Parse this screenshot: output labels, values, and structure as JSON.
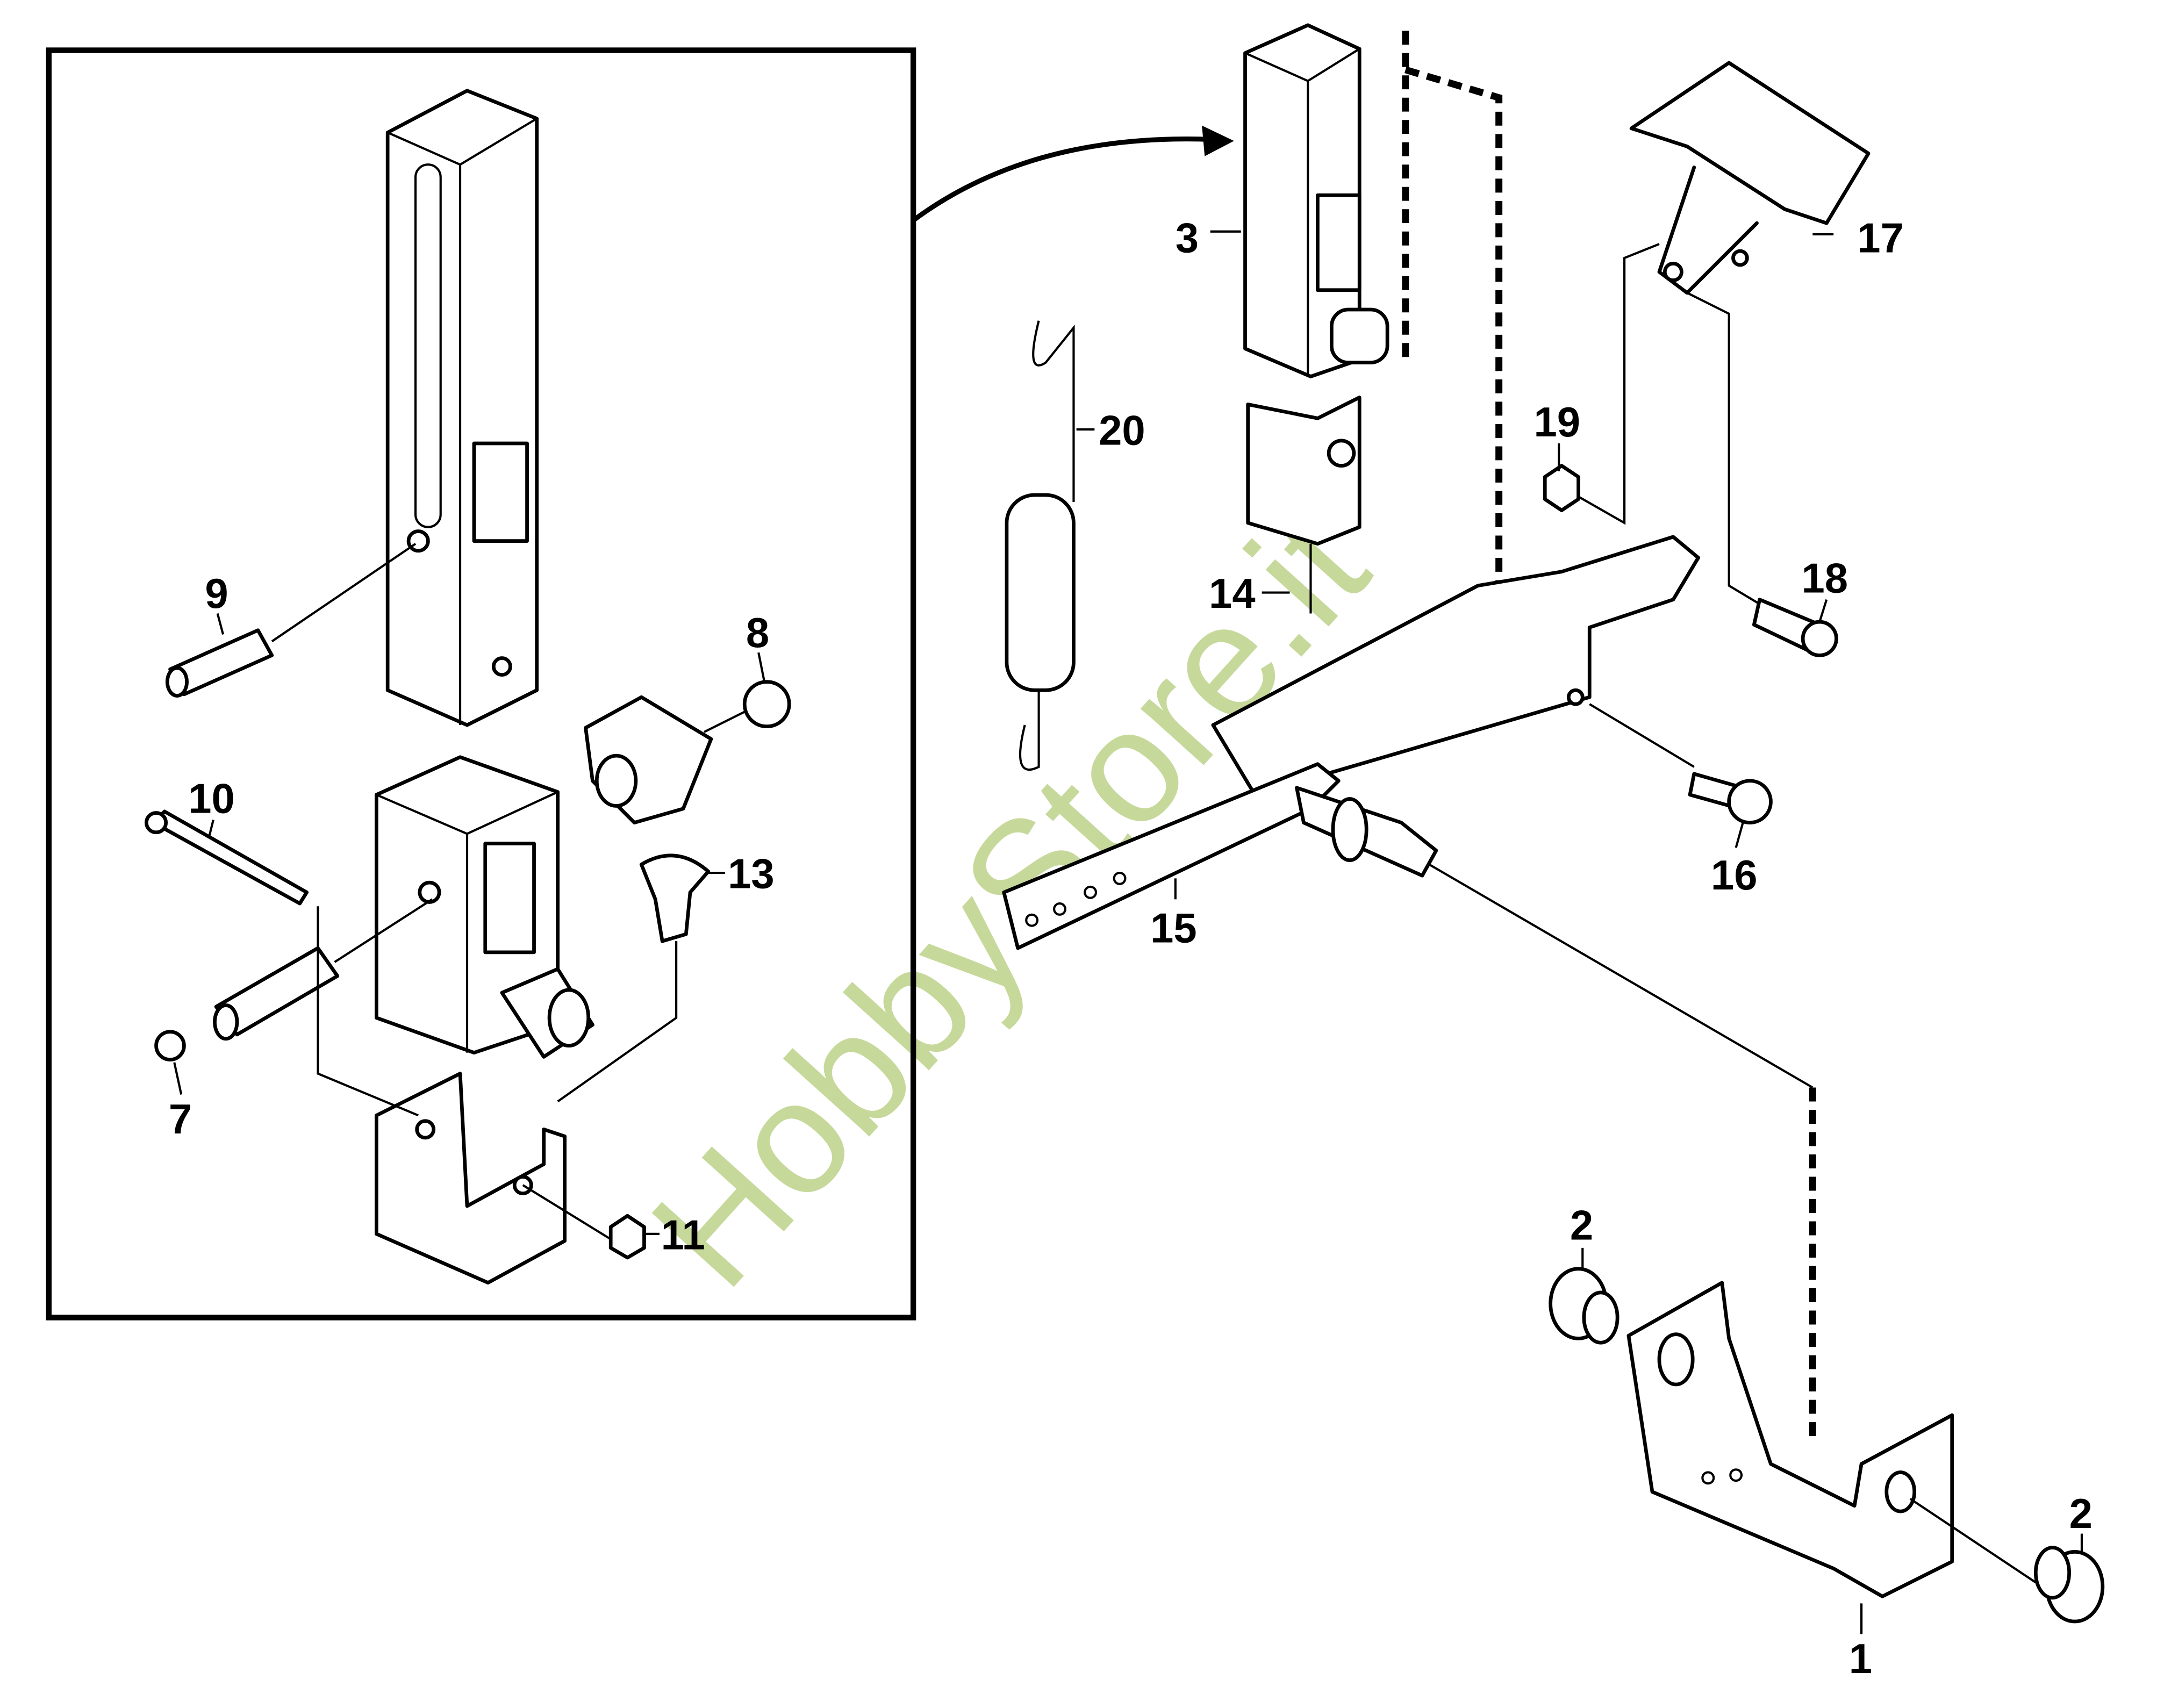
{
  "diagram": {
    "callouts": [
      "3",
      "20",
      "17",
      "19",
      "18",
      "14",
      "16",
      "15",
      "2",
      "2",
      "1",
      "9",
      "8",
      "10",
      "13",
      "7",
      "11"
    ],
    "watermark": "HobbyStore.it",
    "watermark_color": "#c6d99b"
  }
}
